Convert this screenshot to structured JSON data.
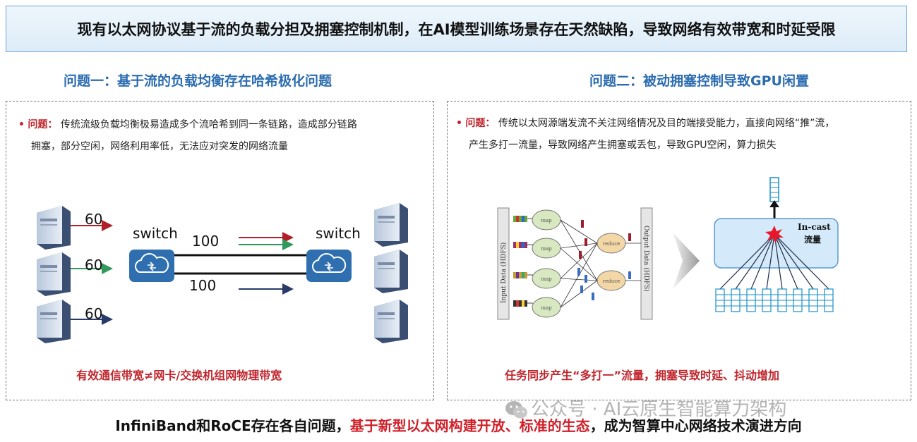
{
  "banner": {
    "title": "现有以太网协议基于流的负载分担及拥塞控制机制，在AI模型训练场景存在天然缺陷，导致网络有效带宽和时延受限"
  },
  "left": {
    "heading": "问题一：基于流的负载均衡存在哈希极化问题",
    "desc_label": "问题：",
    "desc_line1": "传统流级负载均衡极易造成多个流哈希到同一条链路，造成部分链路",
    "desc_line2": "拥塞，部分空闲，网络利用率低，无法应对突发的网络流量",
    "switch_left": "switch",
    "switch_right": "switch",
    "flow_1": "60",
    "flow_2": "60",
    "flow_3": "60",
    "link_top": "100",
    "link_bottom": "100",
    "caption": "有效通信带宽≠网卡/交换机组网物理带宽"
  },
  "right": {
    "heading": "问题二：被动拥塞控制导致GPU闲置",
    "desc_label": "问题：",
    "desc_line1": "传统以太网源端发流不关注网络情况及目的端接受能力，直接向网络“推”流，",
    "desc_line2": "产生多打一流量，导致网络产生拥塞或丢包，导致GPU空闲，算力损失",
    "input_label": "Input Data (HDFS)",
    "output_label": "Output Data (HDFS)",
    "map_nodes": [
      "map",
      "map",
      "map",
      "map"
    ],
    "reduce_nodes": [
      "reduce",
      "reduce"
    ],
    "incast_line1": "In-cast",
    "incast_line2": "流量",
    "caption": "任务同步产生“多打一”流量，拥塞导致时延、抖动增加"
  },
  "footer": {
    "part1": "InfiniBand和RoCE存在各自问题，",
    "highlight": "基于新型以太网构建开放、标准的生态",
    "part2": "，成为智算中心网络技术演进方向"
  },
  "watermark": {
    "text": "公众号 · AI云原生智能算力架构"
  },
  "colors": {
    "flow_red": "#b0202a",
    "flow_green": "#2f9a5a",
    "flow_navy": "#283a6a",
    "switch_blue": "#2f6fb0",
    "accent_red": "#c0262d",
    "heading_blue": "#2b6cb0"
  }
}
